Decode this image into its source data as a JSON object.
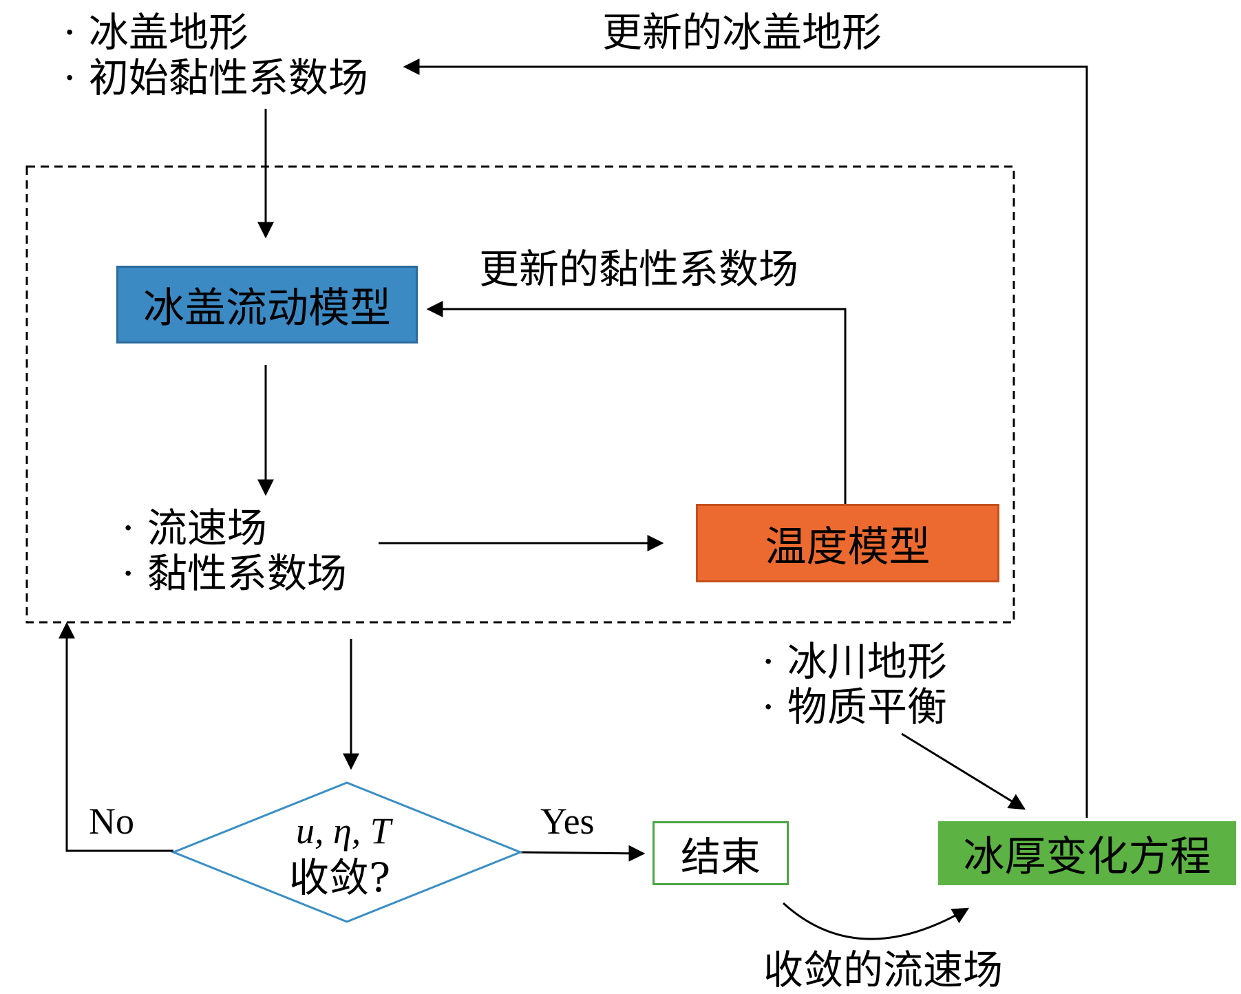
{
  "inputs": {
    "bullet": "·",
    "line1": "冰盖地形",
    "line2": "初始黏性系数场"
  },
  "labels": {
    "updated_topography": "更新的冰盖地形",
    "updated_viscosity": "更新的黏性系数场",
    "converged_velocity": "收敛的流速场",
    "no": "No",
    "yes": "Yes"
  },
  "boxes": {
    "flow_model": "冰盖流动模型",
    "temperature_model": "温度模型",
    "end": "结束",
    "thickness_equation": "冰厚变化方程"
  },
  "intermediate": {
    "line1": "流速场",
    "line2": "黏性系数场"
  },
  "glacier_inputs": {
    "line1": "冰川地形",
    "line2": "物质平衡"
  },
  "decision": {
    "vars": "u, η, T",
    "question": "收敛?"
  },
  "colors": {
    "flow_model_fill": "#3b8ac4",
    "temperature_model_fill": "#ec6a30",
    "thickness_fill": "#5cb343",
    "end_border": "#4aa544",
    "decision_border": "#3a8fc4"
  }
}
